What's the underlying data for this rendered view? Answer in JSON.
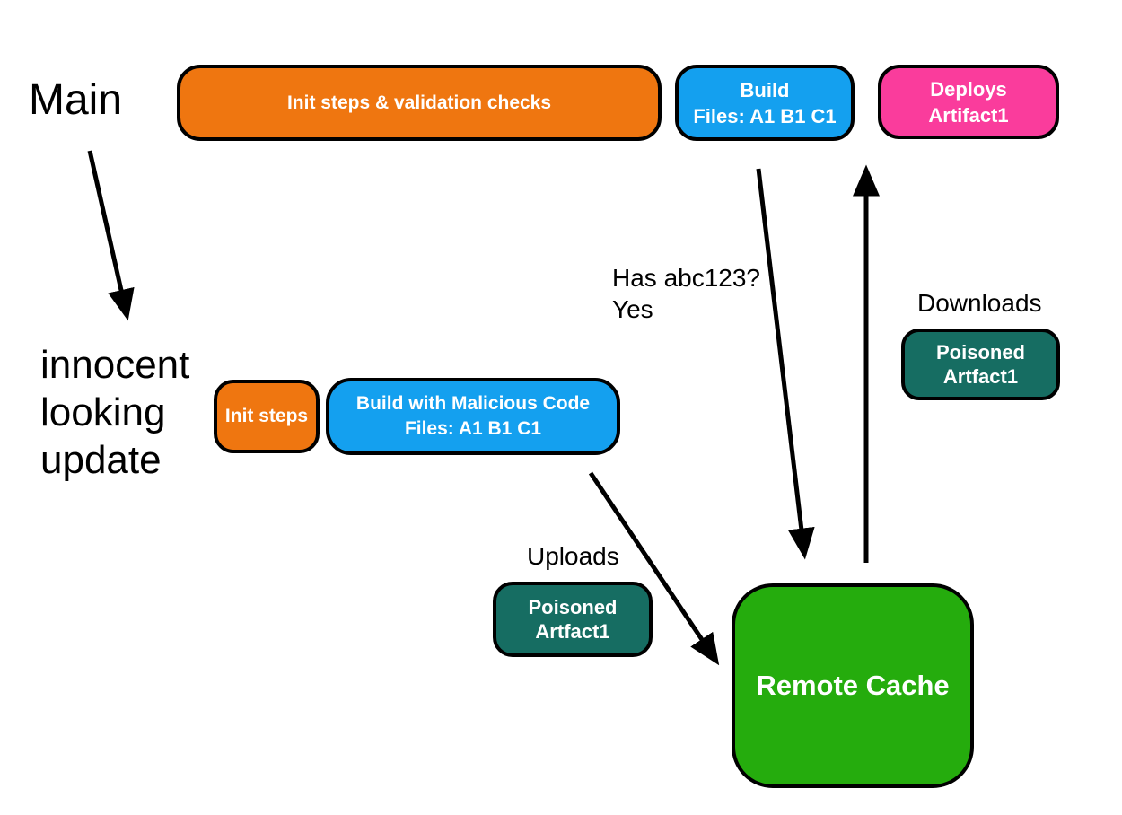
{
  "labels": {
    "main": "Main",
    "innocent_update": [
      "innocent",
      "looking",
      "update"
    ],
    "has_abc123": [
      "Has abc123?",
      "Yes"
    ],
    "downloads": "Downloads",
    "uploads": "Uploads"
  },
  "nodes": {
    "init_validation": {
      "lines": [
        "Init steps & validation checks"
      ],
      "color": "#EF7610"
    },
    "build_main": {
      "lines": [
        "Build",
        "Files: A1 B1 C1"
      ],
      "color": "#14A0EF"
    },
    "deploys_artifact": {
      "lines": [
        "Deploys",
        "Artifact1"
      ],
      "color": "#FA3C9C"
    },
    "init_steps": {
      "lines": [
        "Init steps"
      ],
      "color": "#EF7610"
    },
    "build_malicious": {
      "lines": [
        "Build with Malicious Code",
        "Files: A1 B1 C1"
      ],
      "color": "#14A0EF"
    },
    "poisoned_download": {
      "lines": [
        "Poisoned",
        "Artfact1"
      ],
      "color": "#166D62"
    },
    "poisoned_upload": {
      "lines": [
        "Poisoned",
        "Artfact1"
      ],
      "color": "#166D62"
    },
    "remote_cache": {
      "lines": [
        "Remote Cache"
      ],
      "color": "#25AC0D"
    }
  },
  "edges": [
    {
      "from": "main_label",
      "to": "innocent_update_label"
    },
    {
      "from": "build_main",
      "to": "remote_cache"
    },
    {
      "from": "remote_cache",
      "to": "deploys_artifact"
    },
    {
      "from": "build_malicious",
      "to": "remote_cache"
    }
  ],
  "colors": {
    "background": "#FFFFFF",
    "border": "#000000",
    "arrow": "#000000",
    "node_text": "#FFFFFF",
    "label_text": "#000000"
  }
}
